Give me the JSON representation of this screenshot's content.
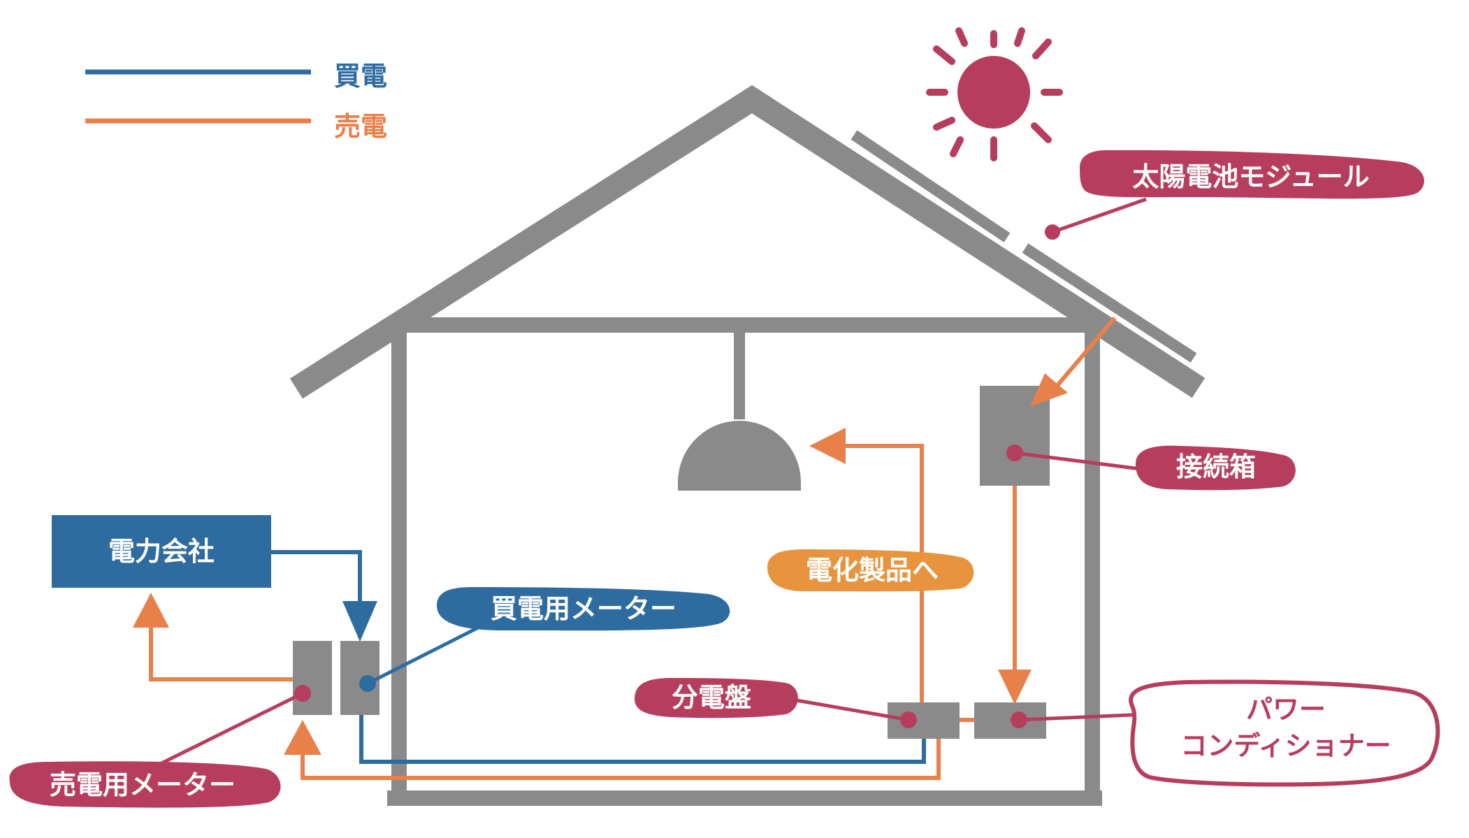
{
  "legend": {
    "buy": {
      "label": "買電",
      "color": "#2e6ca0"
    },
    "sell": {
      "label": "売電",
      "color": "#e8804a"
    }
  },
  "colors": {
    "house": "#8a8a8a",
    "label_red": "#b73d5e",
    "label_blue": "#2e6ca0",
    "label_orange": "#e8943e",
    "sun": "#b73d5e"
  },
  "labels": {
    "solar_module": "太陽電池モジュール",
    "junction_box": "接続箱",
    "appliances": "電化製品へ",
    "power_company": "電力会社",
    "buy_meter": "買電用メーター",
    "distribution_board": "分電盤",
    "power_conditioner_line1": "パワー",
    "power_conditioner_line2": "コンディショナー",
    "sell_meter": "売電用メーター"
  }
}
